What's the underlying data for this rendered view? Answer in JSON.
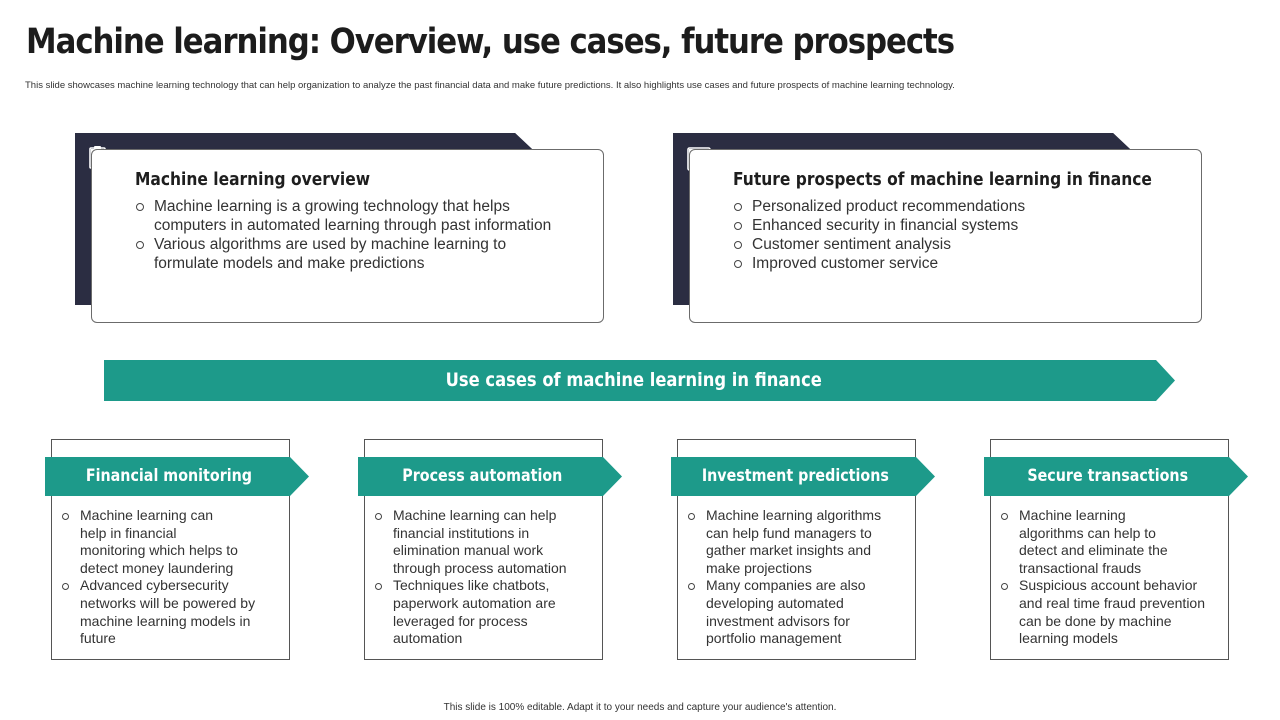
{
  "slide": {
    "title": "Machine learning: Overview, use cases, future prospects",
    "subtitle": "This slide showcases machine learning technology that can help organization to analyze the past financial data and make  future predictions. It also highlights use cases and future prospects of machine learning technology.",
    "footer": "This slide is 100% editable.  Adapt it to your needs and capture your audience's attention."
  },
  "colors": {
    "navy": "#2b2d42",
    "teal": "#1d9a8a"
  },
  "overview": {
    "icon": "clipboard-search-icon",
    "title": "Machine learning overview",
    "bullets": [
      "Machine learning is a growing technology  that helps computers in automated learning through  past information",
      "Various algorithms are used by machine learning to formulate  models and make predictions"
    ]
  },
  "prospects": {
    "icon": "calculator-chart-icon",
    "title": "Future prospects of machine learning in finance",
    "bullets": [
      "Personalized product recommendations",
      "Enhanced security  in financial systems",
      "Customer sentiment analysis",
      "Improved customer service"
    ]
  },
  "banner": {
    "label": "Use cases of machine learning in finance"
  },
  "use_cases": [
    {
      "title": "Financial monitoring",
      "bullets": [
        "Machine learning can help in financial monitoring which helps to detect money laundering",
        "Advanced cybersecurity networks will be powered by machine learning models in future"
      ]
    },
    {
      "title": "Process automation",
      "bullets": [
        "Machine learning can help financial institutions in elimination manual work through process automation",
        "Techniques like chatbots, paperwork automation are leveraged for process automation"
      ]
    },
    {
      "title": "Investment predictions",
      "bullets": [
        "Machine learning algorithms can help fund managers to gather market insights and make projections",
        "Many companies are also developing  automated investment advisors for portfolio management"
      ]
    },
    {
      "title": "Secure transactions",
      "bullets": [
        "Machine learning algorithms can help to detect and eliminate the transactional frauds",
        "Suspicious account behavior and real time fraud prevention can be done by machine learning models"
      ]
    }
  ]
}
